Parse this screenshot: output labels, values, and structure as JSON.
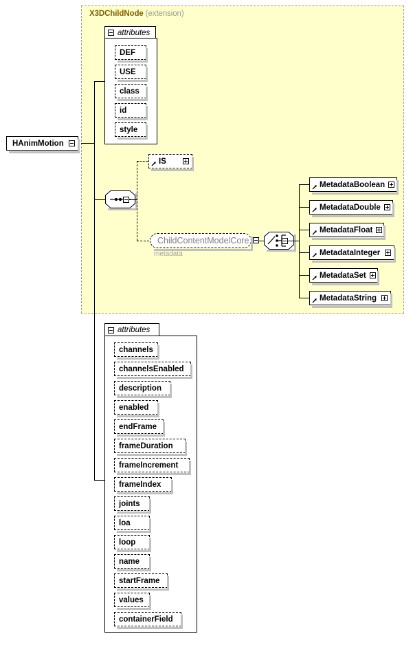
{
  "diagram": {
    "type": "xsd-schema-diagram",
    "root_element": {
      "name": "HAnimMotion",
      "expander": "minus"
    },
    "extension_block": {
      "base_type": "X3DChildNode",
      "qualifier": "(extension)",
      "title_color": "#806000",
      "fill_color": "#ffffcc",
      "border_color": "#999977",
      "attributes_group": {
        "label": "attributes",
        "expander": "minus",
        "items": [
          {
            "name": "DEF"
          },
          {
            "name": "USE"
          },
          {
            "name": "class"
          },
          {
            "name": "id"
          },
          {
            "name": "style"
          }
        ]
      },
      "sequence": {
        "icon": "sequence-icon",
        "expander": "minus",
        "children": [
          {
            "name": "IS",
            "kind": "element-ref",
            "expander": "plus"
          },
          {
            "name": "ChildContentModelCore",
            "kind": "group-ref",
            "sublabel": "metadata",
            "expander": "minus",
            "choice": {
              "icon": "choice-icon",
              "expander": "minus",
              "items": [
                {
                  "name": "MetadataBoolean",
                  "expander": "plus"
                },
                {
                  "name": "MetadataDouble",
                  "expander": "plus"
                },
                {
                  "name": "MetadataFloat",
                  "expander": "plus"
                },
                {
                  "name": "MetadataInteger",
                  "expander": "plus"
                },
                {
                  "name": "MetadataSet",
                  "expander": "plus"
                },
                {
                  "name": "MetadataString",
                  "expander": "plus"
                }
              ]
            }
          }
        ]
      }
    },
    "own_attributes_group": {
      "label": "attributes",
      "expander": "minus",
      "items": [
        {
          "name": "channels"
        },
        {
          "name": "channelsEnabled"
        },
        {
          "name": "description"
        },
        {
          "name": "enabled"
        },
        {
          "name": "endFrame"
        },
        {
          "name": "frameDuration"
        },
        {
          "name": "frameIncrement"
        },
        {
          "name": "frameIndex"
        },
        {
          "name": "joints"
        },
        {
          "name": "loa"
        },
        {
          "name": "loop"
        },
        {
          "name": "name"
        },
        {
          "name": "startFrame"
        },
        {
          "name": "values"
        },
        {
          "name": "containerField"
        }
      ]
    }
  }
}
